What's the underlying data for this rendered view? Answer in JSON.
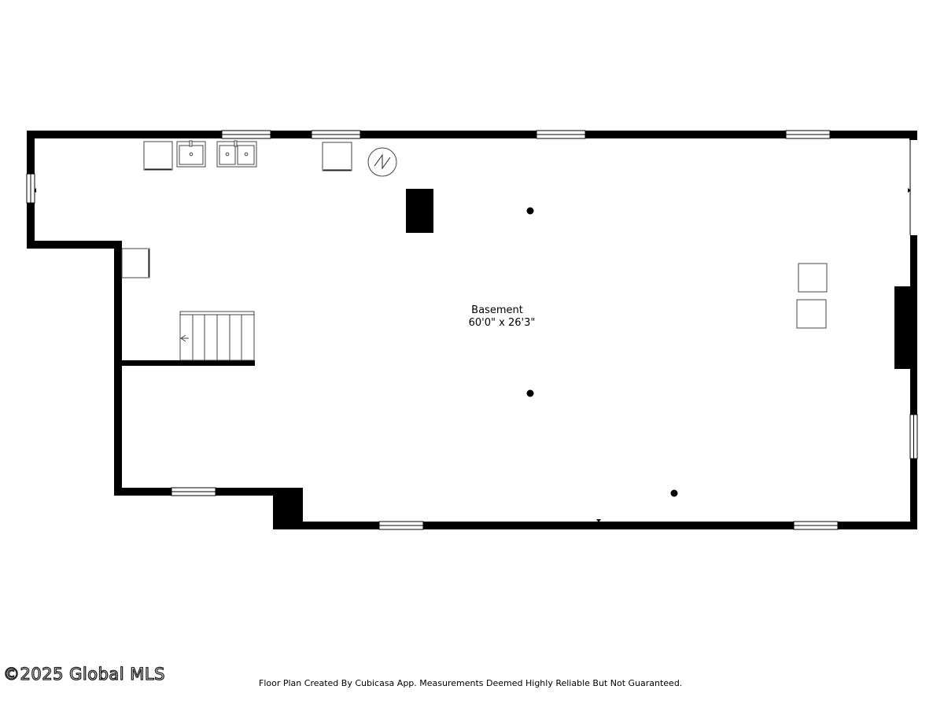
{
  "room": {
    "name": "Basement",
    "dimensions": "60'0\" x 26'3\""
  },
  "watermark": "©2025 Global MLS",
  "disclaimer": "Floor Plan Created By Cubicasa App. Measurements Deemed Highly Reliable But Not Guaranteed.",
  "colors": {
    "wall": "#000000",
    "background": "#ffffff",
    "fixture_stroke": "#444444"
  },
  "icons": [
    "utility-sink-icon",
    "double-sink-icon",
    "water-heater-icon",
    "electrical-panel-icon",
    "stairs-icon",
    "support-column-icon"
  ]
}
